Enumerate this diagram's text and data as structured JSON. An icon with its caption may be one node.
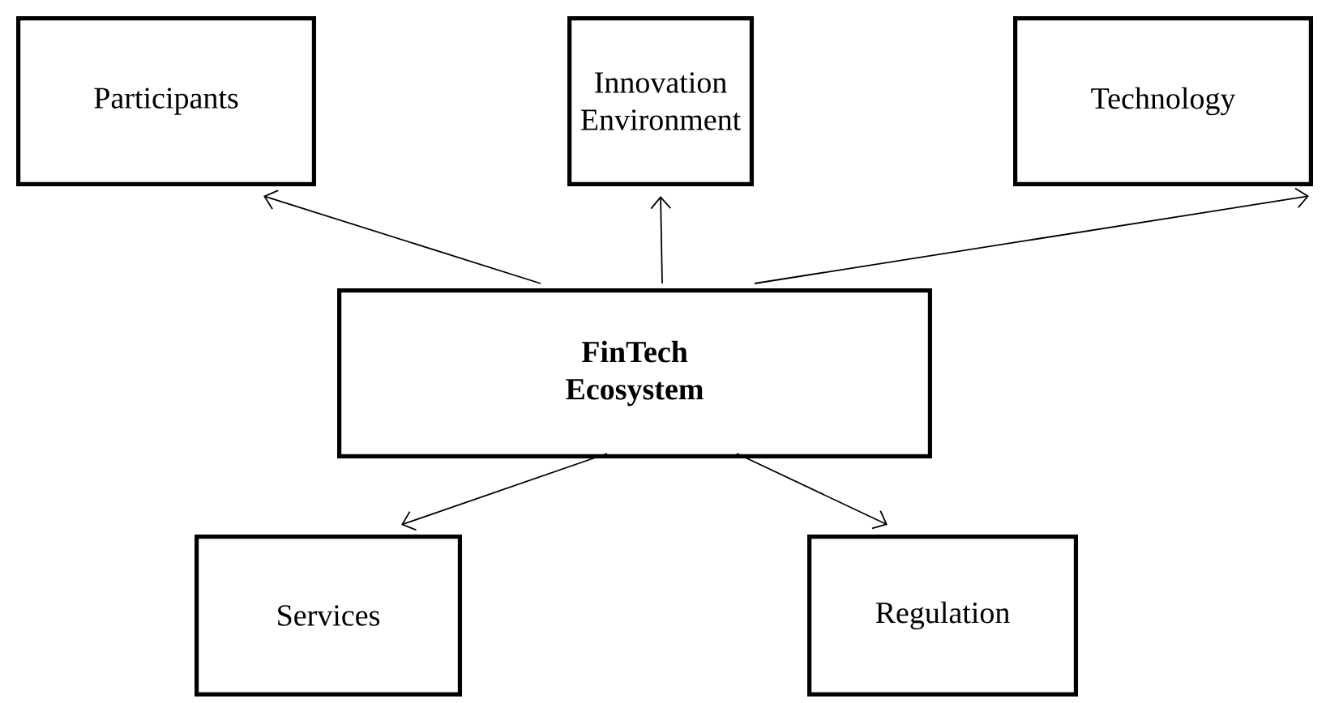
{
  "diagram": {
    "nodes": [
      {
        "text": [
          "Participants"
        ]
      },
      {
        "text": [
          "Innovation Environment"
        ]
      },
      {
        "text": [
          "Technology"
        ]
      },
      {
        "text": [
          "**FinTech Ecosystem**"
        ]
      },
      {
        "text": [
          "Services"
        ]
      },
      {
        "text": [
          "Regulation"
        ]
      }
    ],
    "edges": [
      {
        "from": 3,
        "to": 0,
        "arrow": "to"
      },
      {
        "from": 3,
        "to": 1,
        "arrow": "to"
      },
      {
        "from": 3,
        "to": 2,
        "arrow": "to"
      },
      {
        "from": 3,
        "to": 4,
        "arrow": "to"
      },
      {
        "from": 3,
        "to": 5,
        "arrow": "to"
      }
    ]
  }
}
